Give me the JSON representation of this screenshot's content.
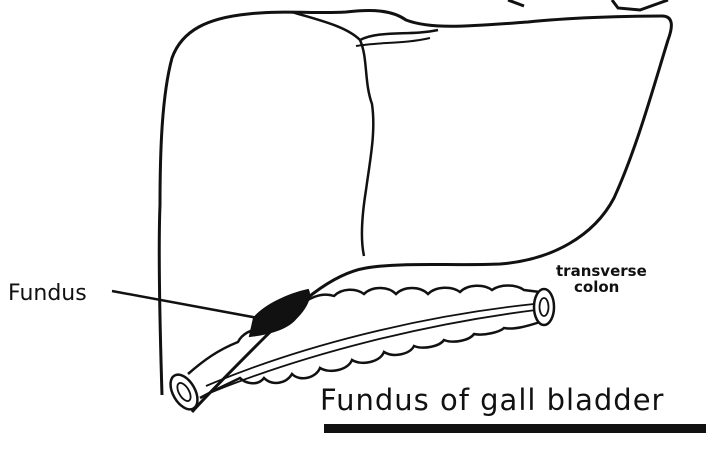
{
  "labels": {
    "fundus": "Fundus",
    "transverse": "transverse",
    "colon": "colon",
    "title": "Fundus of gall bladder"
  },
  "colors": {
    "ink": "#111111",
    "background": "#ffffff"
  }
}
